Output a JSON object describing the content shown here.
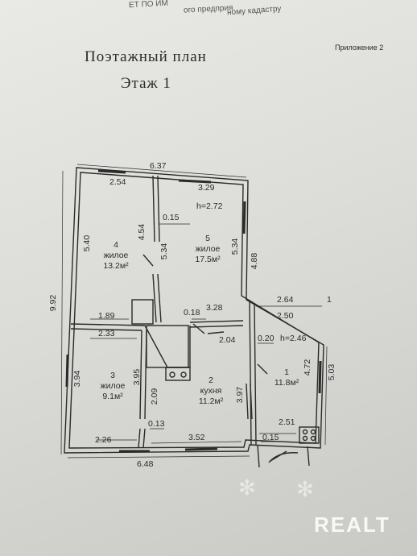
{
  "header": {
    "top_fragment_1": "ЕТ ПО ИМ",
    "top_fragment_2": "ого предприя",
    "top_fragment_3": "ному кадастру"
  },
  "appendix": "Приложение 2",
  "title": "Поэтажный план",
  "floor": "Этаж  1",
  "rooms": {
    "r4": {
      "num": "4",
      "type": "жилое",
      "area": "13.2м²"
    },
    "r5": {
      "num": "5",
      "type": "жилое",
      "area": "17.5м²"
    },
    "r3": {
      "num": "3",
      "type": "жилое",
      "area": "9.1м²"
    },
    "r2": {
      "num": "2",
      "type": "кухня",
      "area": "11.2м²"
    },
    "r1": {
      "num": "1",
      "area": "11.8м²"
    }
  },
  "heights": {
    "main": "h=2.72",
    "annex": "h=2.46"
  },
  "dims": {
    "top_total": "6.37",
    "r4_top": "2.54",
    "r5_top": "3.29",
    "left_total": "9.92",
    "r4_left": "5.40",
    "r4_partition": "4.54",
    "r4_partition_thk": "0.15",
    "r5_left": "5.34",
    "r5_right": "5.34",
    "outer_right": "4.88",
    "r4_bottom": "1.89",
    "mid_thk": "0.18",
    "r5_bottom": "3.28",
    "annex_top": "2.64",
    "annex_label": "1",
    "annex_inner_top": "2.50",
    "r3_top": "2.33",
    "stair": "2.04",
    "annex_thk": "0.20",
    "r3_left": "3.94",
    "r3_right": "3.95",
    "annex_inner_left": "4.72",
    "annex_outer": "5.03",
    "r2_right": "3.97",
    "r3_small": "2.09",
    "r3_thk": "0.13",
    "annex_bottom": "2.51",
    "r3_bottom": "2.26",
    "r2_bottom": "3.52",
    "outer_thk": "0.15",
    "bottom_total": "6.48"
  },
  "watermark": "REALT"
}
